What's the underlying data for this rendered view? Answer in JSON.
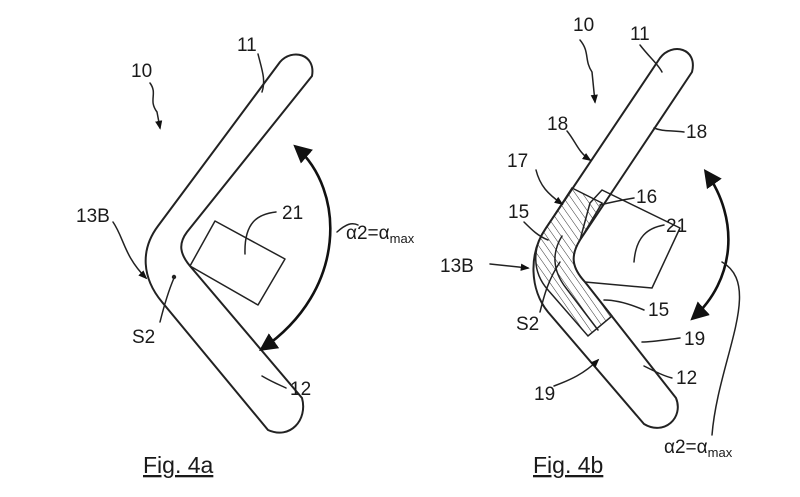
{
  "fig_a": {
    "caption": "Fig. 4a",
    "labels": {
      "n10": "10",
      "n11": "11",
      "n13b": "13B",
      "n21": "21",
      "s2": "S2",
      "n12": "12",
      "alpha": "α2=α",
      "alpha_sub": "max"
    }
  },
  "fig_b": {
    "caption": "Fig. 4b",
    "labels": {
      "n10": "10",
      "n11": "11",
      "n18a": "18",
      "n18b": "18",
      "n17": "17",
      "n16": "16",
      "n15a": "15",
      "n21": "21",
      "n13b": "13B",
      "n15b": "15",
      "s2": "S2",
      "n19a": "19",
      "n19b": "19",
      "n12": "12",
      "alpha": "α2=α",
      "alpha_sub": "max"
    }
  }
}
